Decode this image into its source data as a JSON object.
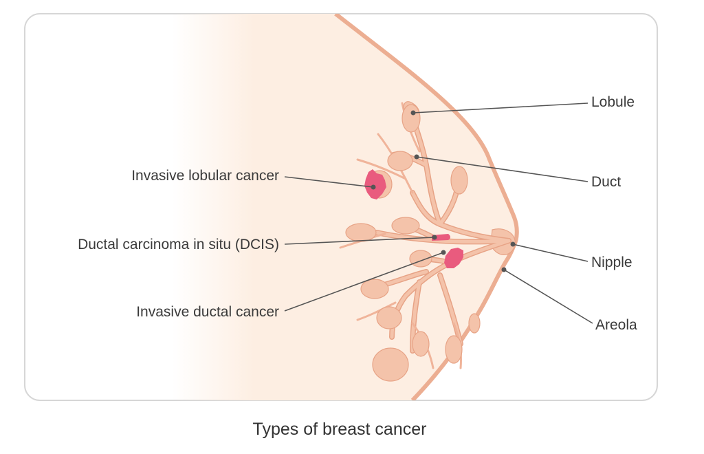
{
  "colors": {
    "frame": "#d6d6d6",
    "skin_fill": "#fdeee2",
    "skin_outline": "#ecae92",
    "gland_fill": "#f4c3aa",
    "gland_outline": "#e7a386",
    "tumor": "#e95b7e",
    "leader_line": "#555555",
    "text": "#3a3a3a"
  },
  "labels": {
    "lobule": "Lobule",
    "duct": "Duct",
    "nipple": "Nipple",
    "areola": "Areola",
    "invasive_lobular": "Invasive lobular cancer",
    "dcis": "Ductal carcinoma in situ (DCIS)",
    "invasive_ductal": "Invasive ductal cancer"
  },
  "caption": "Types of breast cancer"
}
